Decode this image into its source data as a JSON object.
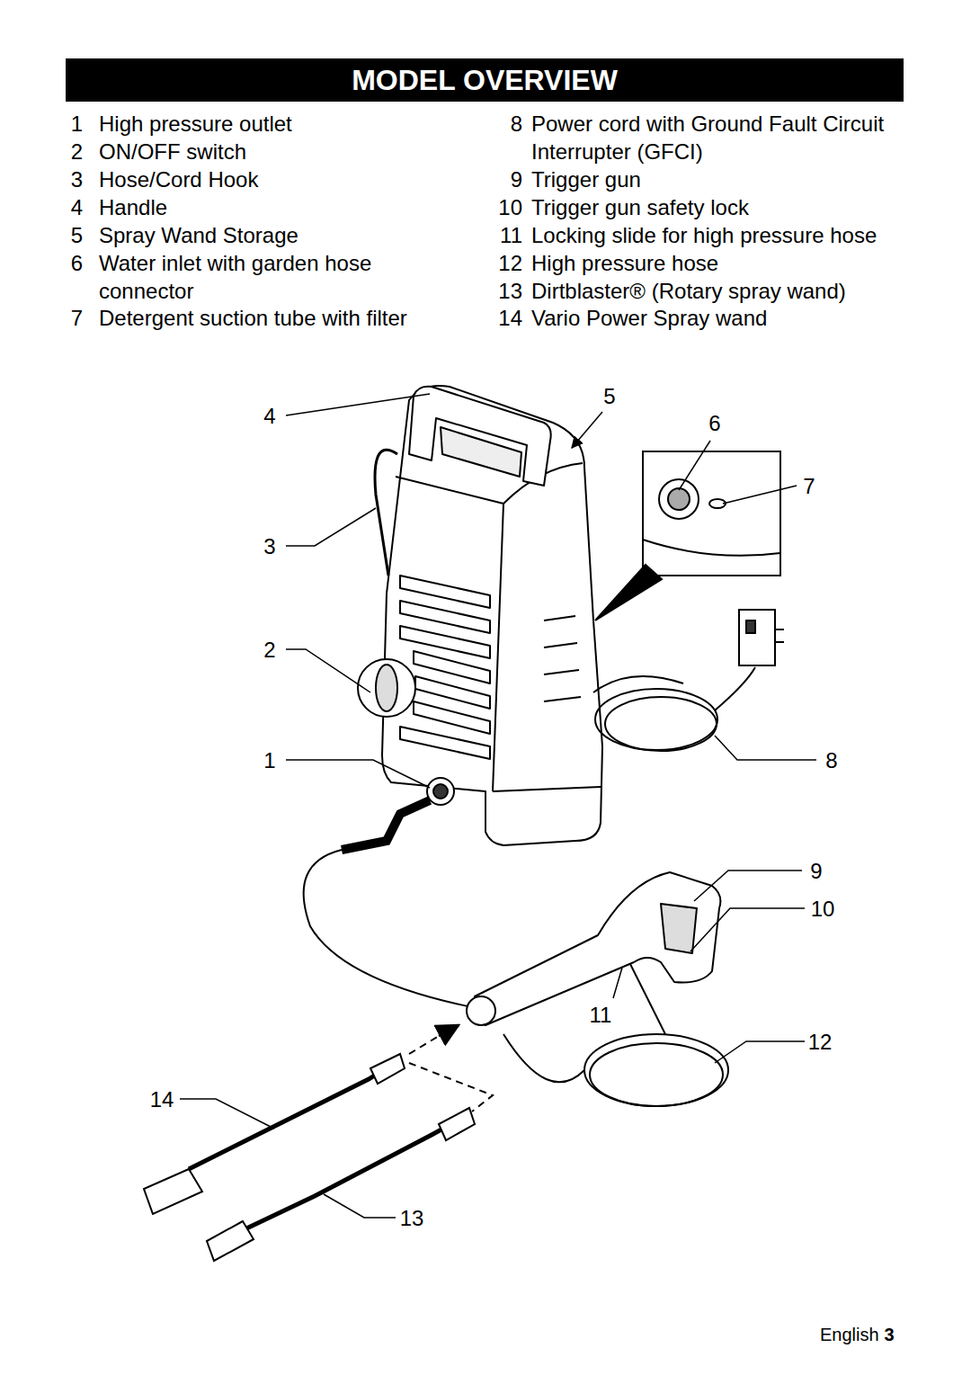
{
  "diagram": {
    "title": "MODEL OVERVIEW",
    "labels": [
      "1",
      "High pressure outlet",
      "2",
      "ON/OFF switch",
      "3",
      "Hose/Cord Hook",
      "4",
      "Handle",
      "5",
      "Spray Wand Storage",
      "6",
      "Water inlet with garden hose connector",
      "7",
      "Detergent suction tube with filter",
      "8",
      "Power cord with Ground Fault Circuit Interrupter (GFCI)",
      "9",
      "Trigger gun",
      "10",
      "Trigger gun safety lock",
      "11",
      "Locking slide for high pressure hose",
      "12",
      "High pressure hose",
      "13",
      "Dirtblaster® (Rotary spray wand)",
      "14",
      "Vario Power Spray wand",
      "4",
      "5",
      "6",
      "7",
      "3",
      "2",
      "1",
      "8",
      "9",
      "10",
      "11",
      "12",
      "14",
      "13",
      "English",
      "3"
    ]
  }
}
